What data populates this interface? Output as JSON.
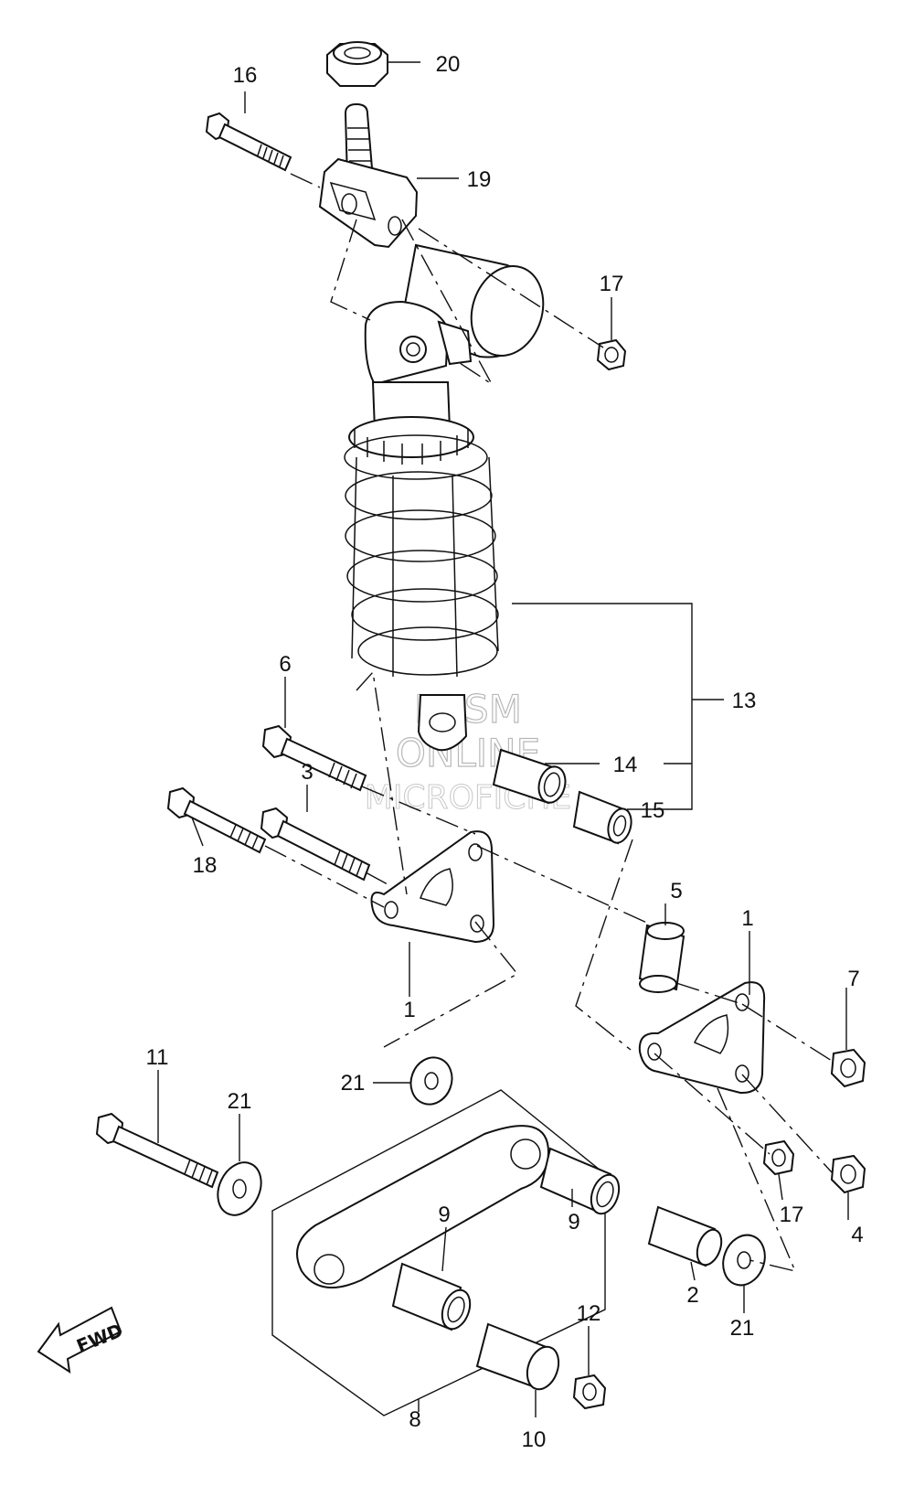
{
  "watermark": {
    "line1": "HLSM",
    "line2": "ONLINE",
    "line3": "MICROFICHE"
  },
  "direction_badge": "FWD",
  "callouts": {
    "c1a": "1",
    "c1b": "1",
    "c2": "2",
    "c3": "3",
    "c4": "4",
    "c5": "5",
    "c6": "6",
    "c7": "7",
    "c8": "8",
    "c9a": "9",
    "c9b": "9",
    "c10": "10",
    "c11": "11",
    "c12": "12",
    "c13": "13",
    "c14": "14",
    "c15": "15",
    "c16": "16",
    "c17a": "17",
    "c17b": "17",
    "c18": "18",
    "c19": "19",
    "c20": "20",
    "c21a": "21",
    "c21b": "21",
    "c21c": "21"
  }
}
